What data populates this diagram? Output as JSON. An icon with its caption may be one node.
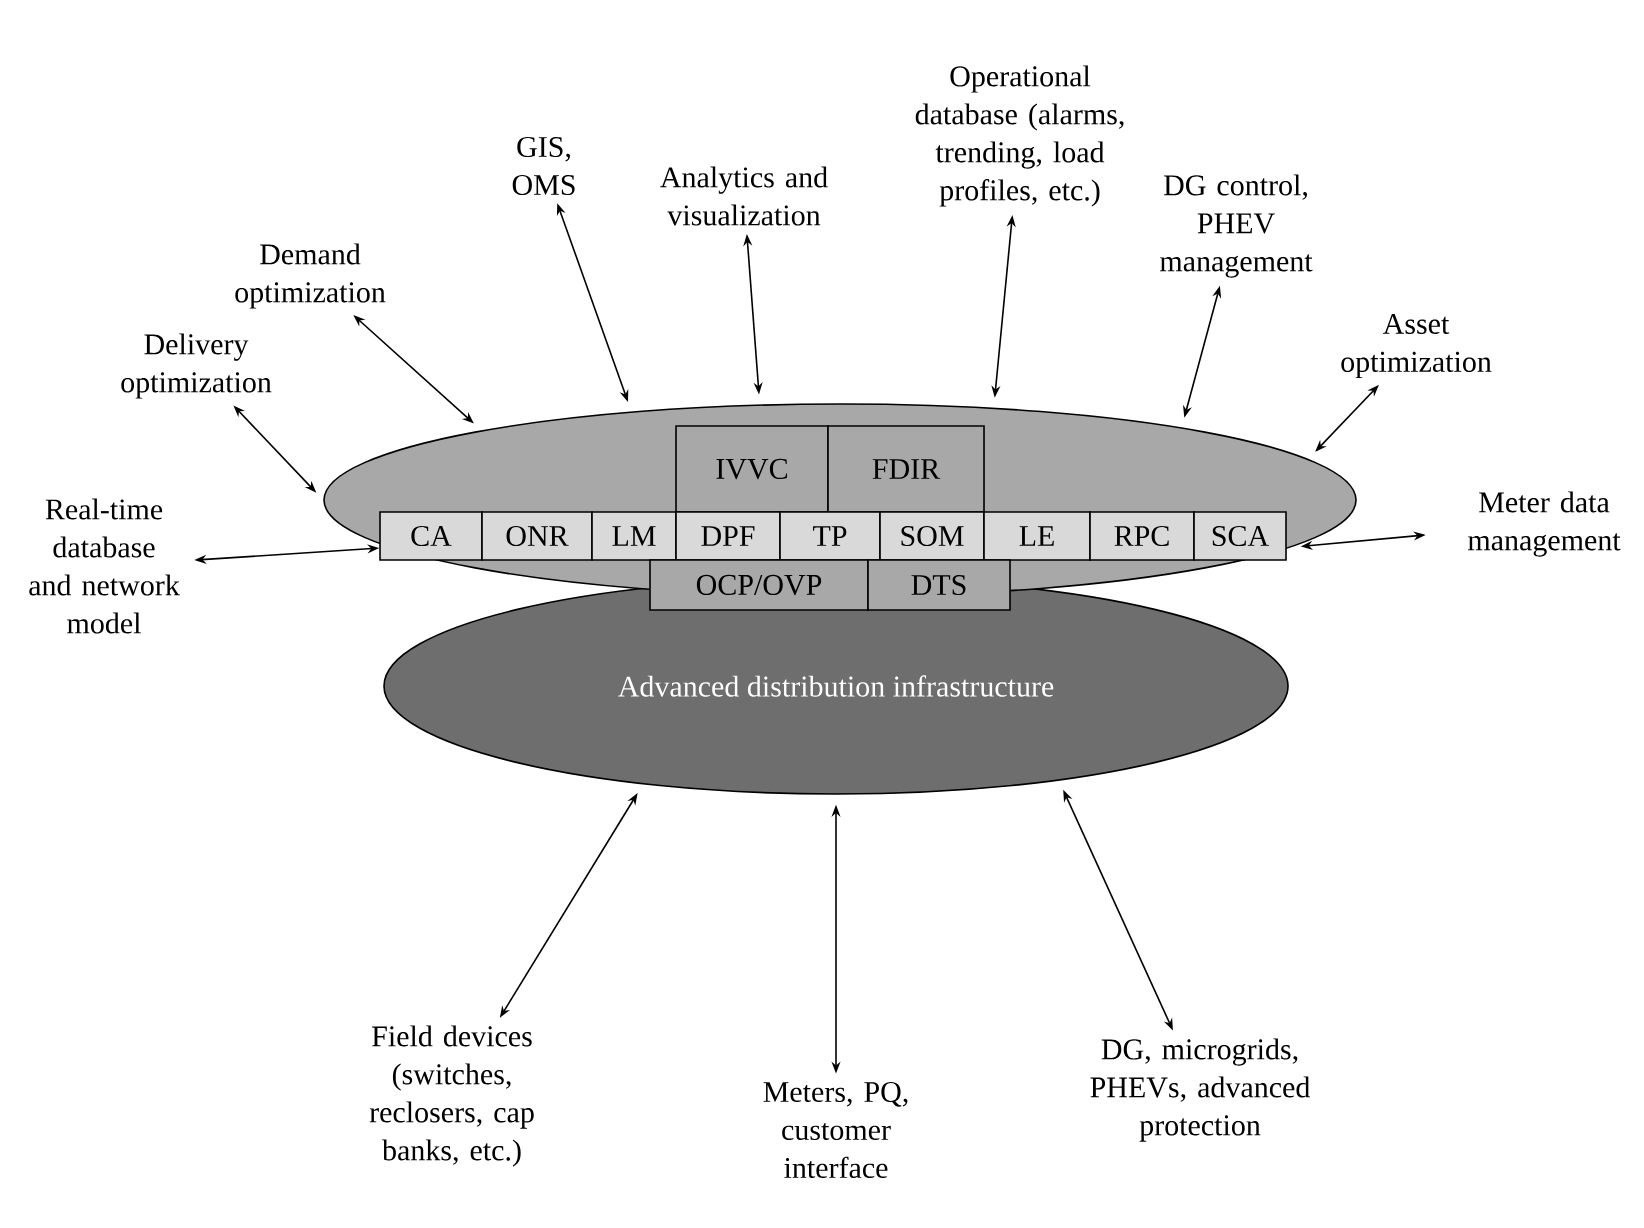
{
  "diagram": {
    "nodes": [
      {
        "text": [],
        "shape": "ellipse"
      },
      {
        "text": [
          "IVVC"
        ],
        "in": 0
      },
      {
        "text": [
          "FDIR"
        ],
        "in": 0
      },
      {
        "text": [
          "CA"
        ],
        "in": 0
      },
      {
        "text": [
          "ONR"
        ],
        "in": 0
      },
      {
        "text": [
          "LM"
        ],
        "in": 0
      },
      {
        "text": [
          "DPF"
        ],
        "in": 0
      },
      {
        "text": [
          "TP"
        ],
        "in": 0
      },
      {
        "text": [
          "SOM"
        ],
        "in": 0
      },
      {
        "text": [
          "LE"
        ],
        "in": 0
      },
      {
        "text": [
          "RPC"
        ],
        "in": 0
      },
      {
        "text": [
          "SCA"
        ],
        "in": 0
      },
      {
        "text": [
          "OCP/OVP"
        ],
        "in": 0
      },
      {
        "text": [
          "DTS"
        ],
        "in": 0
      },
      {
        "text": [
          "Advanced distribution infrastructure"
        ]
      },
      {
        "text": [
          "Real-time database and network model"
        ]
      },
      {
        "text": [
          "Delivery optimization"
        ]
      },
      {
        "text": [
          "Demand optimization"
        ]
      },
      {
        "text": [
          "GIS, OMS"
        ]
      },
      {
        "text": [
          "Analytics and visualization"
        ]
      },
      {
        "text": [
          "Operational database (alarms, trending, load profiles, etc.)"
        ]
      },
      {
        "text": [
          "DG control, PHEV management"
        ]
      },
      {
        "text": [
          "Asset optimization"
        ]
      },
      {
        "text": [
          "Meter data management"
        ]
      },
      {
        "text": [
          "Field devices (switches, reclosers, cap banks, etc.)"
        ]
      },
      {
        "text": [
          "Meters, PQ, customer interface"
        ]
      },
      {
        "text": [
          "DG, microgrids, PHEVs, advanced protection"
        ]
      }
    ],
    "edges": [
      {
        "from": 15,
        "to": 0,
        "arrow": "both"
      },
      {
        "from": 16,
        "to": 0,
        "arrow": "both"
      },
      {
        "from": 17,
        "to": 0,
        "arrow": "both"
      },
      {
        "from": 18,
        "to": 0,
        "arrow": "both"
      },
      {
        "from": 19,
        "to": 0,
        "arrow": "both"
      },
      {
        "from": 20,
        "to": 0,
        "arrow": "both"
      },
      {
        "from": 21,
        "to": 0,
        "arrow": "both"
      },
      {
        "from": 22,
        "to": 0,
        "arrow": "both"
      },
      {
        "from": 23,
        "to": 0,
        "arrow": "both"
      },
      {
        "from": 24,
        "to": 14,
        "arrow": "both"
      },
      {
        "from": 25,
        "to": 14,
        "arrow": "both"
      },
      {
        "from": 26,
        "to": 14,
        "arrow": "both"
      }
    ]
  }
}
